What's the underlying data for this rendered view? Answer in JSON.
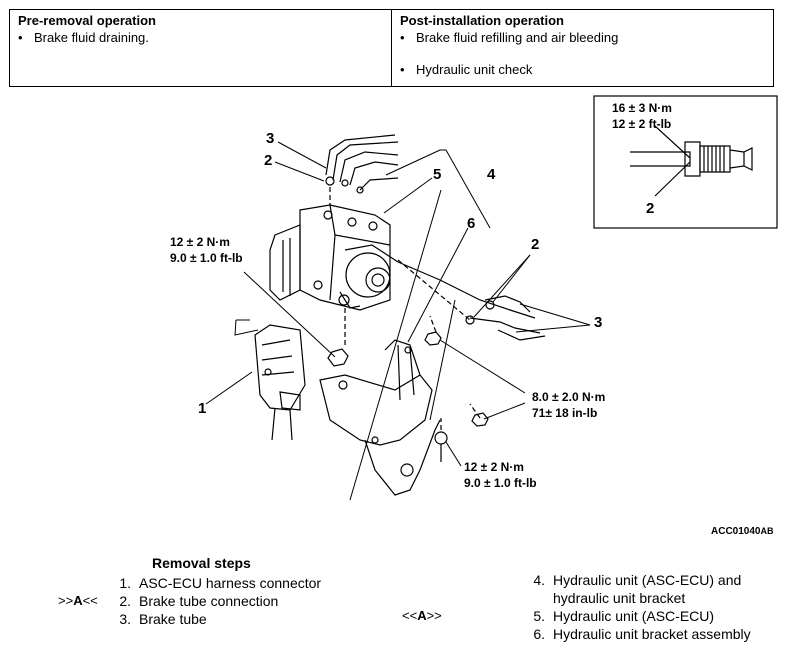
{
  "ops": {
    "pre": {
      "title": "Pre-removal operation",
      "items": [
        "Brake fluid draining."
      ]
    },
    "post": {
      "title": "Post-installation operation",
      "items": [
        "Brake fluid refilling and air bleeding",
        "Hydraulic unit check"
      ]
    }
  },
  "inset": {
    "torque_nm": "16 ± 3 N·m",
    "torque_ft": "12 ± 2 ft-lb",
    "callout": "2"
  },
  "callouts": {
    "c1": "1",
    "c2a": "2",
    "c2b": "2",
    "c3a": "3",
    "c3b": "3",
    "c4": "4",
    "c5": "5",
    "c6": "6"
  },
  "torques": {
    "t1": {
      "nm": "12 ± 2 N·m",
      "ft": "9.0 ± 1.0 ft-lb"
    },
    "t2": {
      "nm": "8.0 ± 2.0 N·m",
      "ft": "71± 18 in-lb"
    },
    "t3": {
      "nm": "12 ± 2 N·m",
      "ft": "9.0 ± 1.0 ft-lb"
    }
  },
  "figure_code": "ACC01040",
  "figure_code_suffix": "AB",
  "removal": {
    "title": "Removal steps",
    "left": [
      {
        "num": "1.",
        "text": "ASC-ECU harness connector"
      },
      {
        "num": "2.",
        "text": "Brake tube connection"
      },
      {
        "num": "3.",
        "text": "Brake tube"
      }
    ],
    "right": [
      {
        "num": "4.",
        "text": "Hydraulic unit (ASC-ECU) and"
      },
      {
        "num": "",
        "text": "hydraulic unit bracket"
      },
      {
        "num": "5.",
        "text": "Hydraulic unit (ASC-ECU)"
      },
      {
        "num": "6.",
        "text": "Hydraulic unit bracket assembly"
      }
    ],
    "mark_left": {
      "pre": ">>",
      "letter": "A",
      "post": "<<"
    },
    "mark_right": {
      "pre": "<<",
      "letter": "A",
      "post": ">>"
    }
  }
}
